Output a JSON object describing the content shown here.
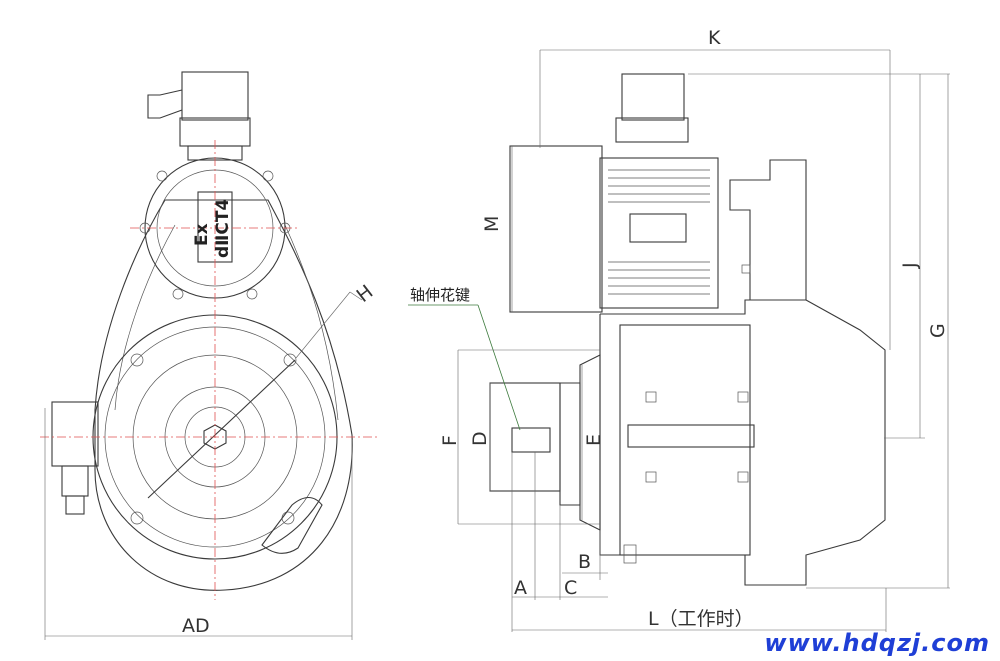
{
  "dims": {
    "AD": "AD",
    "H": "H",
    "K": "K",
    "M": "M",
    "J": "J",
    "G": "G",
    "F": "F",
    "D": "D",
    "E": "E",
    "B": "B",
    "A": "A",
    "C": "C",
    "L": "L（工作时）"
  },
  "callout": "轴伸花键",
  "nameplate": {
    "line1": "Ex",
    "line2": "dⅡCT4"
  },
  "watermark": "www.hdqzj.com"
}
